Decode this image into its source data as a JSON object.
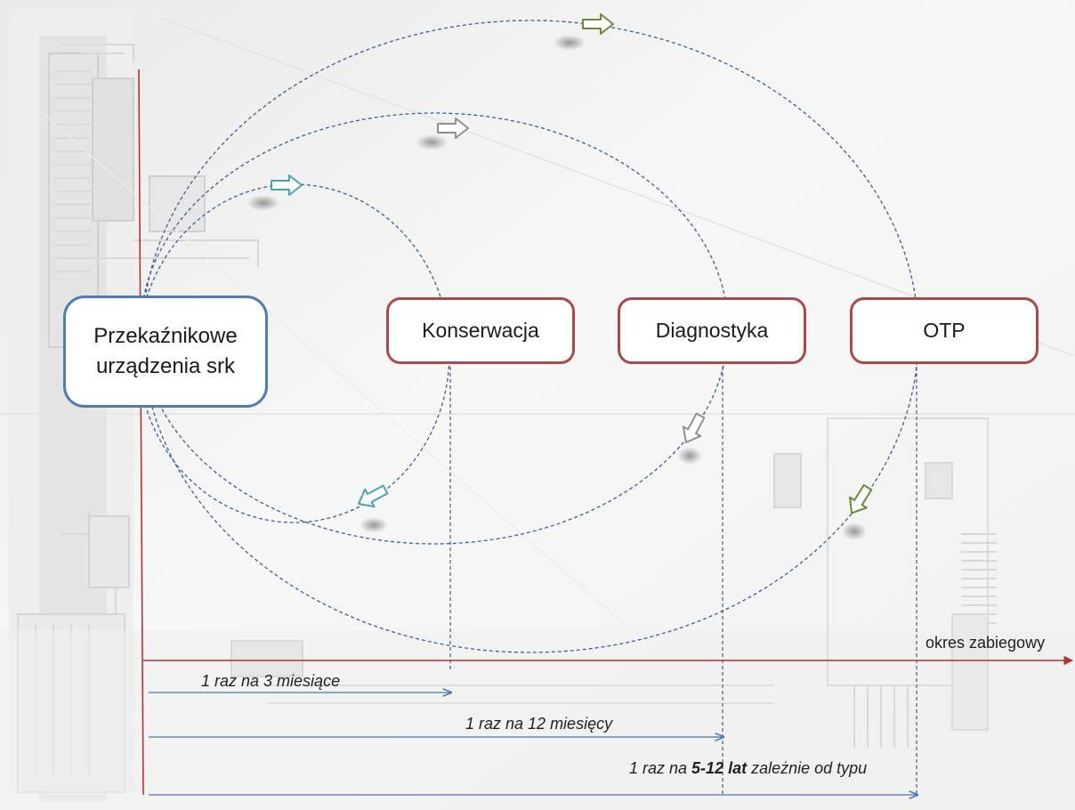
{
  "diagram": {
    "source_node": {
      "line1": "Przekaźnikowe",
      "line2": "urządzenia srk"
    },
    "processes": [
      {
        "label": "Konserwacja",
        "color": "#4aa3b3"
      },
      {
        "label": "Diagnostyka",
        "color": "#909090"
      },
      {
        "label": "OTP",
        "color": "#6a8a3a"
      }
    ],
    "axis_label": "okres zabiegowy",
    "intervals": [
      {
        "text": "1 raz na 3 miesiące"
      },
      {
        "text": "1 raz na 12 miesięcy"
      },
      {
        "prefix": "1 raz na ",
        "bold": "5-12 lat",
        "suffix": " zależnie od typu"
      }
    ]
  },
  "colors": {
    "timeline": "#b03434",
    "dashed": "#3d5e92",
    "interval_arrow": "#4a78b0",
    "source_border": "#4f7db3",
    "process_border": "#a84a4a"
  }
}
